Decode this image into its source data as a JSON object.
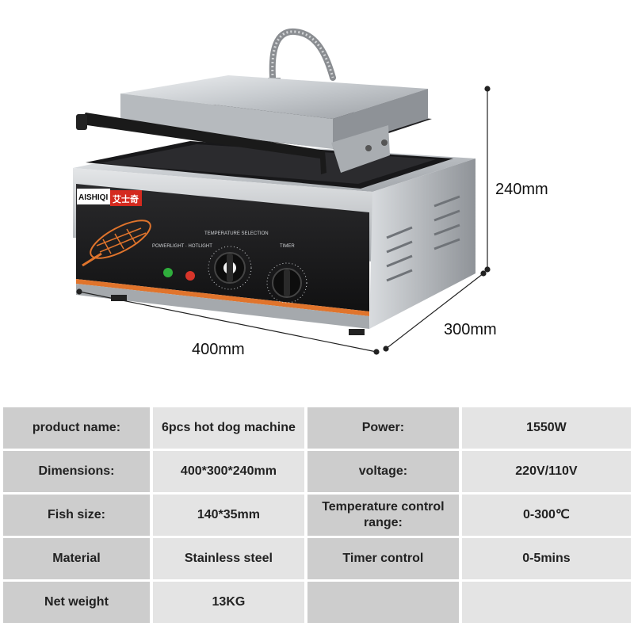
{
  "product_image": {
    "brand_en": "AISHIQI",
    "brand_cn": "艾士奇",
    "panel_label_power": "POWERLIGHT · HOTLIGHT",
    "panel_label_temp": "TEMPERATURE SELECTION",
    "panel_label_timer": "TIMER",
    "colors": {
      "steel": "#c9ccd0",
      "panel": "#1d1d1f",
      "accent_orange": "#e0742c",
      "brand_red": "#d42a1f",
      "light_green": "#2fae3c",
      "light_red": "#d8352a"
    }
  },
  "dimensions": {
    "height": "240mm",
    "depth": "300mm",
    "width": "400mm"
  },
  "specs": [
    [
      {
        "label": "product name:",
        "value": "6pcs hot dog machine"
      },
      {
        "label": "Power:",
        "value": "1550W"
      }
    ],
    [
      {
        "label": "Dimensions:",
        "value": "400*300*240mm"
      },
      {
        "label": "voltage:",
        "value": "220V/110V"
      }
    ],
    [
      {
        "label": "Fish size:",
        "value": "140*35mm"
      },
      {
        "label": "Temperature control range:",
        "value": "0-300℃"
      }
    ],
    [
      {
        "label": "Material",
        "value": "Stainless steel"
      },
      {
        "label": "Timer control",
        "value": "0-5mins"
      }
    ],
    [
      {
        "label": "Net weight",
        "value": "13KG"
      },
      {
        "label": "",
        "value": ""
      }
    ]
  ]
}
